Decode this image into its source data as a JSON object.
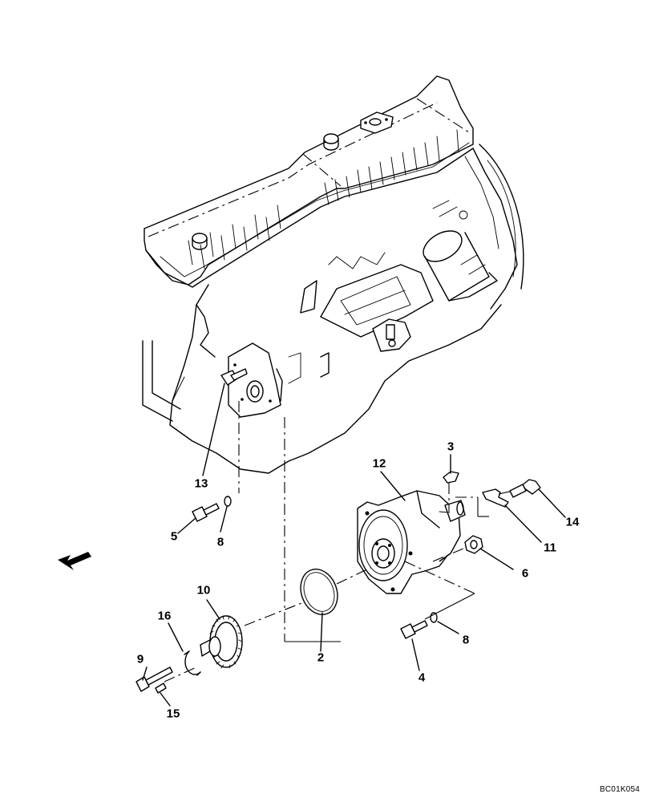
{
  "diagram": {
    "drawing_code": "BC01K054",
    "callouts": [
      {
        "id": "c2",
        "label": "2"
      },
      {
        "id": "c3",
        "label": "3"
      },
      {
        "id": "c4",
        "label": "4"
      },
      {
        "id": "c5",
        "label": "5"
      },
      {
        "id": "c6",
        "label": "6"
      },
      {
        "id": "c8a",
        "label": "8"
      },
      {
        "id": "c8b",
        "label": "8"
      },
      {
        "id": "c9",
        "label": "9"
      },
      {
        "id": "c10",
        "label": "10"
      },
      {
        "id": "c11",
        "label": "11"
      },
      {
        "id": "c12",
        "label": "12"
      },
      {
        "id": "c13",
        "label": "13"
      },
      {
        "id": "c14",
        "label": "14"
      },
      {
        "id": "c15",
        "label": "15"
      },
      {
        "id": "c16",
        "label": "16"
      }
    ],
    "icons": {
      "direction_arrow": "front-direction-arrow-icon"
    },
    "colors": {
      "line": "#000000",
      "background": "#ffffff"
    }
  }
}
